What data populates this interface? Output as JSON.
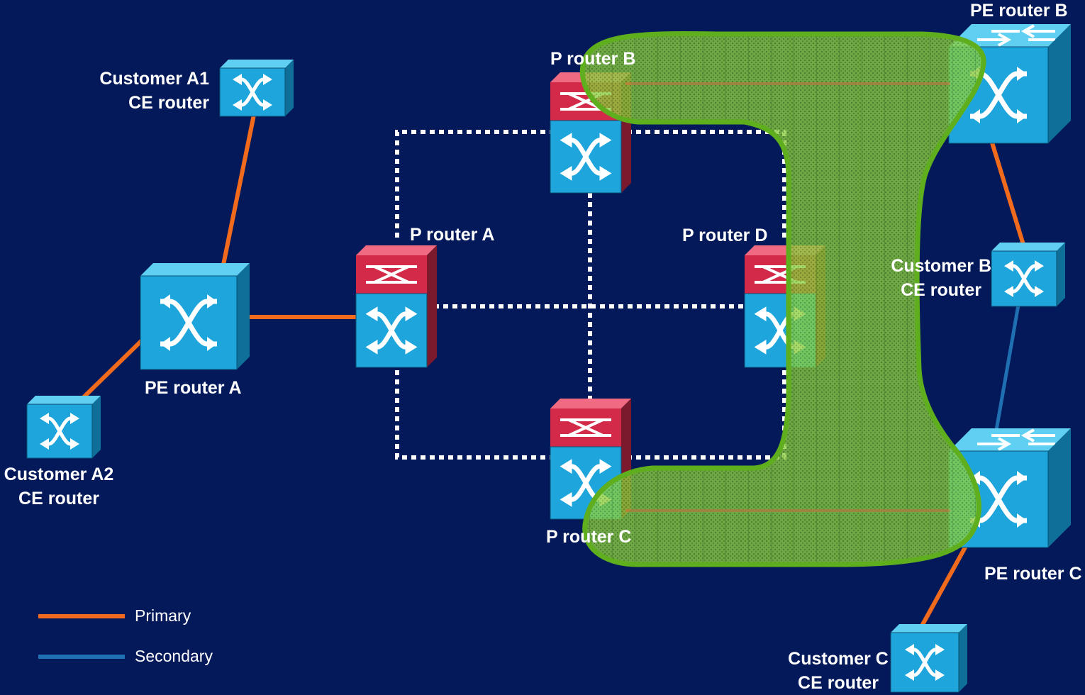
{
  "nodes": {
    "ce_a1": [
      "Customer A1",
      "CE router"
    ],
    "ce_a2": [
      "Customer A2",
      "CE router"
    ],
    "pe_a": "PE router A",
    "p_a": "P router A",
    "p_b": "P router B",
    "p_c": "P router C",
    "p_d": "P router D",
    "pe_b": "PE router B",
    "pe_c": "PE router C",
    "ce_b": [
      "Customer B",
      "CE router"
    ],
    "ce_c": [
      "Customer C",
      "CE router"
    ]
  },
  "legend": {
    "primary": "Primary",
    "secondary": "Secondary"
  },
  "colors": {
    "background": "#04195a",
    "primary_link": "#f26a1b",
    "secondary_link": "#1f6fb3",
    "core_link": "#ffffff",
    "router_blue": "#1ea6dc",
    "router_red": "#d22a48",
    "highlight_fill": "#7fc33a",
    "highlight_stroke": "#5fae1e"
  },
  "icons": {
    "router": "router-switch-icon",
    "p_router": "label-switch-router-icon",
    "pe_router": "atm-switch-router-icon"
  }
}
